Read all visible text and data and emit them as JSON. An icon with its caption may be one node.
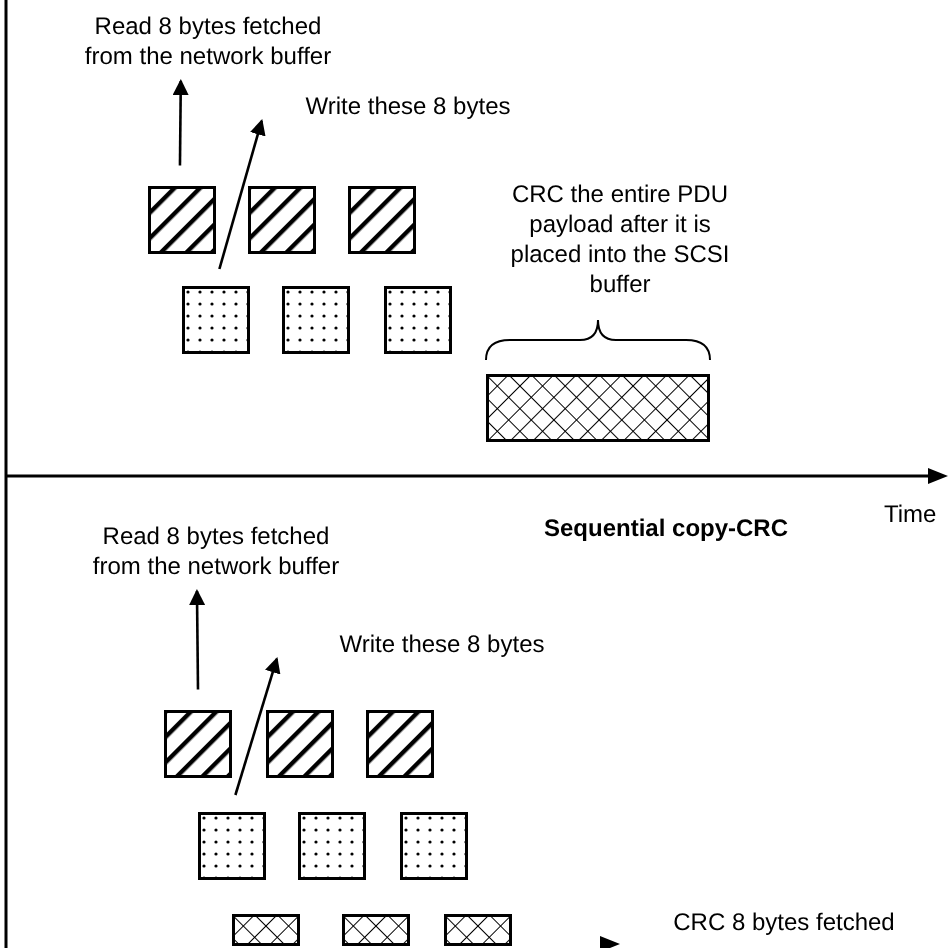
{
  "diagram": {
    "nodes": [
      {
        "text": [
          "Read 8 bytes fetched from the network buffer"
        ]
      },
      {
        "text": [
          "Write these 8 bytes"
        ]
      },
      {
        "text": [],
        "shape": "box"
      },
      {
        "text": [],
        "shape": "box"
      },
      {
        "text": [],
        "shape": "box"
      },
      {
        "text": [],
        "shape": "box"
      },
      {
        "text": [],
        "shape": "box"
      },
      {
        "text": [],
        "shape": "box"
      },
      {
        "text": [
          "CRC the entire PDU payload after it is placed into the SCSI buffer"
        ]
      },
      {
        "text": [],
        "shape": "box"
      },
      {
        "text": [
          "Read 8 bytes fetched from the network buffer"
        ]
      },
      {
        "text": [
          "Write these 8 bytes"
        ]
      },
      {
        "text": [],
        "shape": "box"
      },
      {
        "text": [],
        "shape": "box"
      },
      {
        "text": [],
        "shape": "box"
      },
      {
        "text": [],
        "shape": "box"
      },
      {
        "text": [],
        "shape": "box"
      },
      {
        "text": [],
        "shape": "box"
      },
      {
        "text": [],
        "shape": "box"
      },
      {
        "text": [],
        "shape": "box"
      },
      {
        "text": [],
        "shape": "box"
      },
      {
        "text": [
          "CRC 8 bytes fetched"
        ]
      }
    ],
    "edges": [
      {
        "from": 2,
        "to": 0,
        "arrow": "to"
      },
      {
        "from": 5,
        "to": 1,
        "arrow": "to"
      },
      {
        "from": 12,
        "to": 10,
        "arrow": "to"
      },
      {
        "from": 15,
        "to": 11,
        "arrow": "to"
      }
    ],
    "labels": [
      "Time",
      "Sequential copy-CRC"
    ]
  }
}
